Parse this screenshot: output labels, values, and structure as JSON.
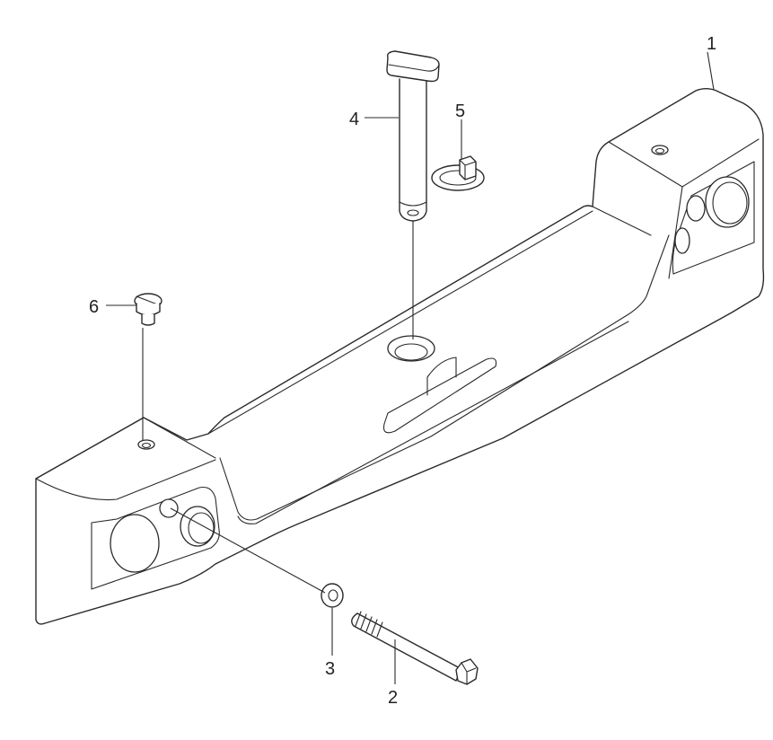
{
  "callouts": {
    "part_1": "1",
    "part_2": "2",
    "part_3": "3",
    "part_4": "4",
    "part_5": "5",
    "part_6": "6"
  }
}
